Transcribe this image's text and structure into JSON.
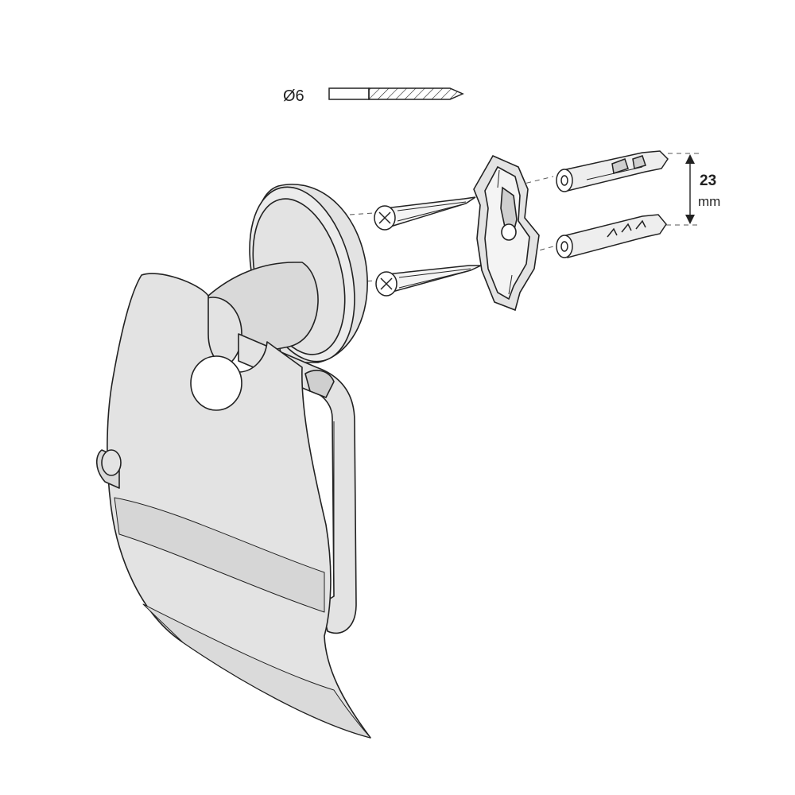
{
  "drill": {
    "label": "Ø6",
    "diameter_mm": 6
  },
  "dimension": {
    "value": "23",
    "unit": "mm"
  },
  "colors": {
    "outline": "#222222",
    "metal_fill": "#e3e3e3",
    "metal_shade": "#cfcfcf",
    "highlight": "#f4f4f4",
    "background": "#ffffff"
  },
  "parts": {
    "holder": "toilet-paper-holder-with-cover",
    "mount_plate": "mounting-bracket",
    "screws": 2,
    "wall_plugs": 2
  }
}
